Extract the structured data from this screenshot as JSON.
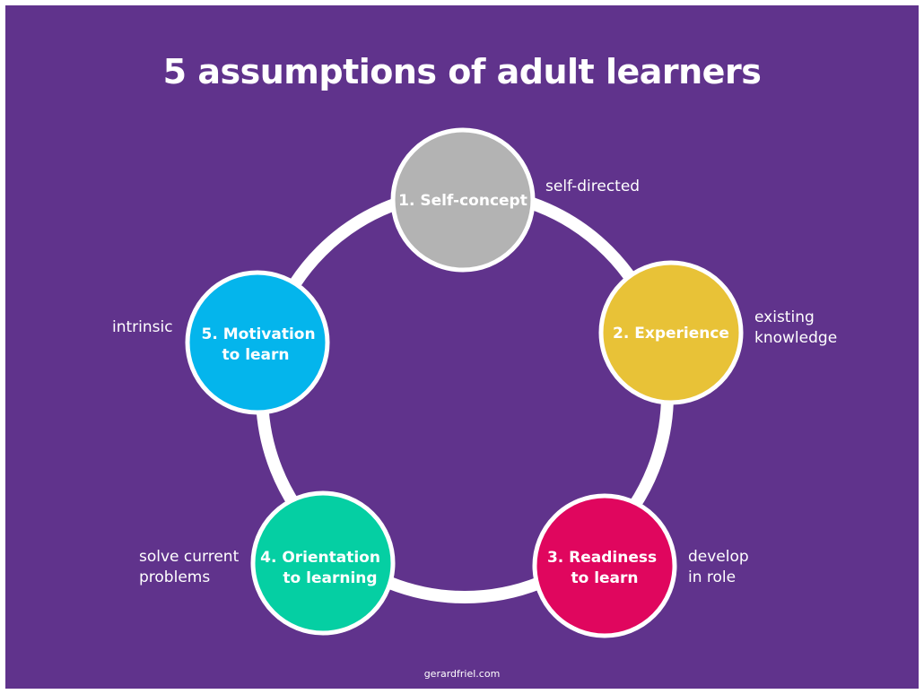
{
  "title": "5 assumptions of adult learners",
  "colors": {
    "background": "#60338c",
    "ring": "#ffffff",
    "self_concept": "#b3b3b3",
    "experience": "#e8c237",
    "readiness": "#e0065e",
    "orientation": "#05cfa3",
    "motivation": "#04b5ec"
  },
  "nodes": [
    {
      "lines": [
        "1. Self-concept"
      ],
      "note": "self-directed"
    },
    {
      "lines": [
        "2. Experience"
      ],
      "note": "existing\nknowledge"
    },
    {
      "lines": [
        "3. Readiness",
        "to learn"
      ],
      "note": "develop\nin role"
    },
    {
      "lines": [
        "4. Orientation",
        "to learning"
      ],
      "note": "solve current\nproblems"
    },
    {
      "lines": [
        "5. Motivation",
        "to learn"
      ],
      "note": "intrinsic"
    }
  ],
  "footer": "gerardfriel.com"
}
